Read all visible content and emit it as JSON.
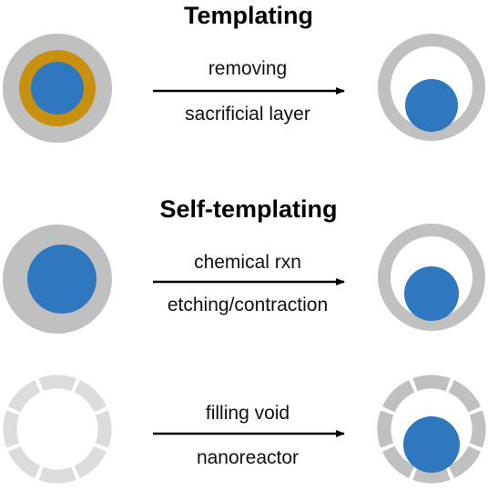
{
  "colors": {
    "shell": "#c0c0c0",
    "shell_light": "#dcdcdc",
    "core": "#2f78bf",
    "sacrificial": "#c7900f",
    "arrow": "#000000",
    "background": "#ffffff"
  },
  "sections": [
    {
      "heading": "Templating",
      "arrow_top": "removing",
      "arrow_bottom": "sacrificial layer"
    },
    {
      "heading": "Self-templating",
      "arrow_top": "chemical rxn",
      "arrow_bottom": "etching/contraction"
    },
    {
      "heading": "",
      "arrow_top": "filling void",
      "arrow_bottom": "nanoreactor"
    }
  ]
}
